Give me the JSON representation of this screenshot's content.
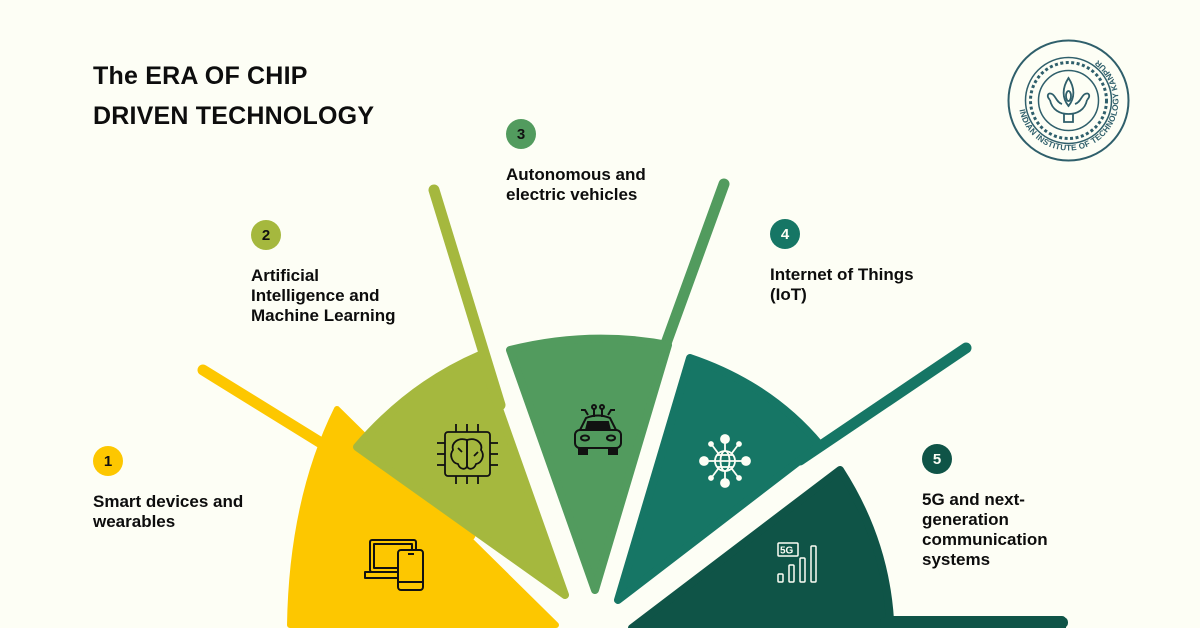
{
  "header": {
    "title_line1": "The ERA OF CHIP",
    "title_line2": "DRIVEN TECHNOLOGY"
  },
  "logo": {
    "name": "iit-kanpur-seal",
    "ring_text": "INDIAN INSTITUTE OF TECHNOLOGY KANPUR",
    "color": "#2f5f6b"
  },
  "colors": {
    "background": "#fdfef5",
    "sector1": "#fdc700",
    "sector2": "#a5b83e",
    "sector3": "#529b5e",
    "sector4": "#167665",
    "sector5": "#0f5447"
  },
  "items": [
    {
      "number": "1",
      "label": "Smart devices and wearables",
      "lines": [
        "Smart devices and",
        "wearables"
      ],
      "icon": "laptop-phone-icon",
      "color": "#fdc700"
    },
    {
      "number": "2",
      "label": "Artificial Intelligence and Machine Learning",
      "lines": [
        "Artificial",
        "Intelligence and",
        "Machine Learning"
      ],
      "icon": "ai-chip-brain-icon",
      "color": "#a5b83e"
    },
    {
      "number": "3",
      "label": "Autonomous and electric vehicles",
      "lines": [
        "Autonomous and",
        "electric vehicles"
      ],
      "icon": "connected-car-icon",
      "color": "#529b5e"
    },
    {
      "number": "4",
      "label": "Internet of Things (IoT)",
      "lines": [
        "Internet of Things",
        "(IoT)"
      ],
      "icon": "iot-globe-icon",
      "color": "#167665"
    },
    {
      "number": "5",
      "label": "5G and next-generation communication systems",
      "lines": [
        "5G and next-",
        "generation",
        "communication",
        "systems"
      ],
      "icon": "5g-signal-icon",
      "color": "#0f5447"
    }
  ],
  "icon_text": {
    "five_g": "5G"
  }
}
